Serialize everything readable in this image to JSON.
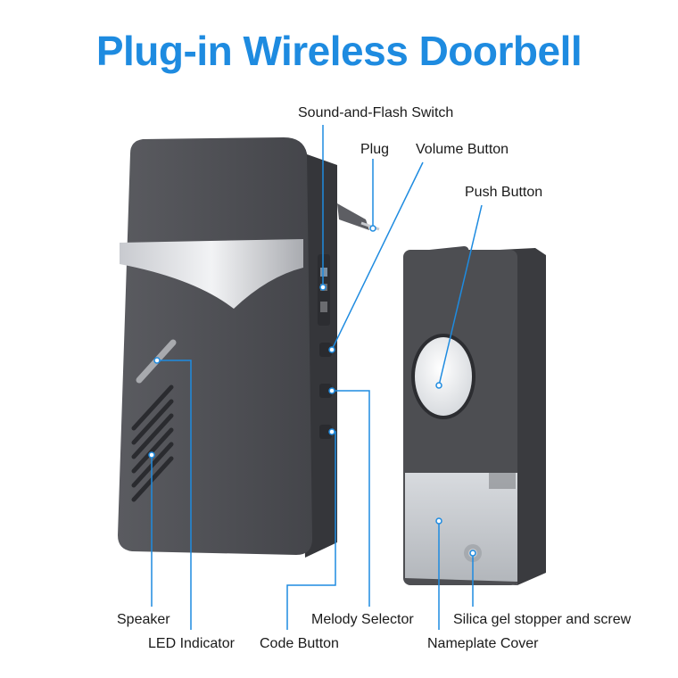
{
  "title": "Plug-in Wireless Doorbell",
  "colors": {
    "title": "#1e8be0",
    "callout": "#1e8be0",
    "label_text": "#1a1a1a",
    "device_body": "#4d4e52",
    "device_dark": "#3a3b3f",
    "accent_silver": "#d9dbdf",
    "push_button": "#eceff1",
    "nameplate": "#c9cdd2"
  },
  "labels": {
    "sound_flash_switch": "Sound-and-Flash Switch",
    "plug": "Plug",
    "volume_button": "Volume Button",
    "push_button": "Push Button",
    "speaker": "Speaker",
    "led_indicator": "LED Indicator",
    "melody_selector": "Melody Selector",
    "code_button": "Code Button",
    "silica_gel": "Silica gel stopper and screw",
    "nameplate_cover": "Nameplate Cover"
  }
}
